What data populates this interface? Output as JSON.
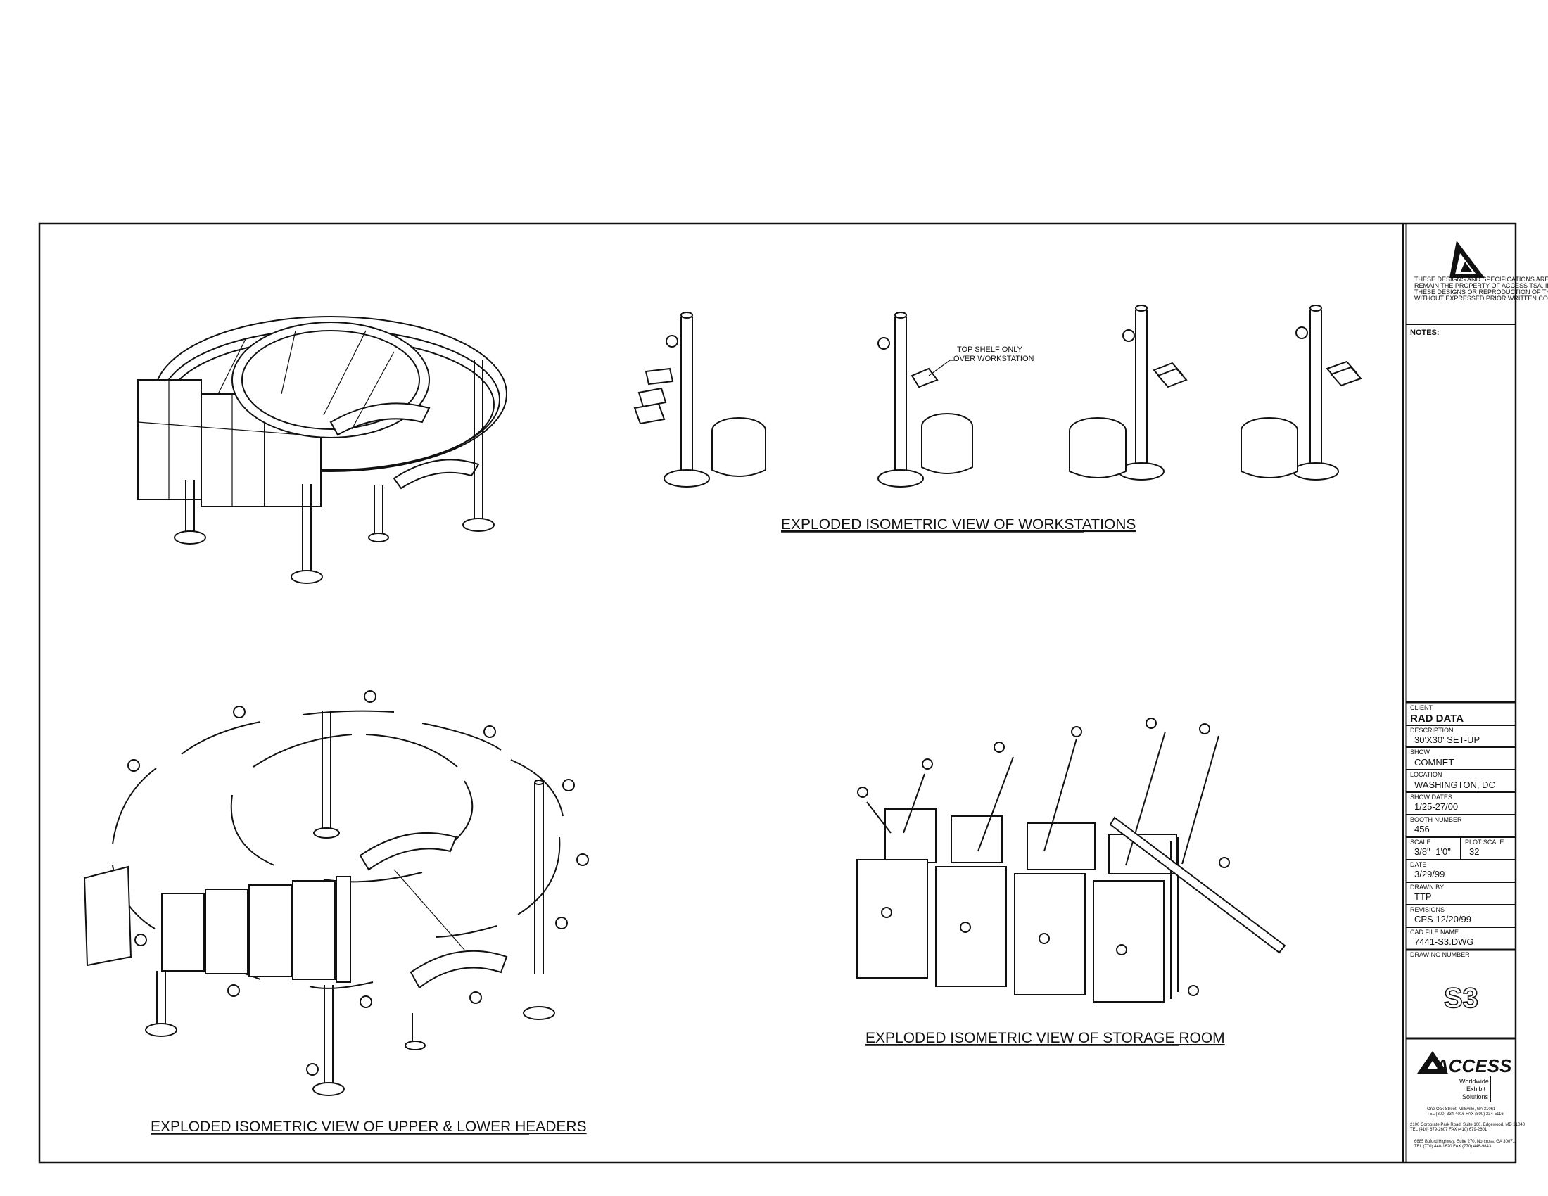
{
  "drawings": {
    "workstations_title": "EXPLODED ISOMETRIC VIEW OF WORKSTATIONS",
    "headers_title": "EXPLODED ISOMETRIC  VIEW OF UPPER & LOWER HEADERS",
    "storage_title": "EXPLODED ISOMETRIC  VIEW OF STORAGE ROOM",
    "shelf_note_line1": "TOP SHELF ONLY",
    "shelf_note_line2": "OVER WORKSTATION"
  },
  "title_block": {
    "disclaimer": [
      "THESE DESIGNS AND SPECIFICATIONS ARE AND ARE TO",
      "REMAIN THE PROPERTY OF ACCESS TSA, INC. USE OF",
      "THESE DESIGNS OR REPRODUCTION OF THESE DESIGNS",
      "WITHOUT EXPRESSED PRIOR WRITTEN CONSENT OF A.T.S.A."
    ],
    "notes_label": "NOTES:",
    "client_label": "CLIENT",
    "client": "RAD DATA",
    "description_label": "DESCRIPTION",
    "description": "30'X30' SET-UP",
    "show_label": "SHOW",
    "show": "COMNET",
    "location_label": "LOCATION",
    "location": "WASHINGTON, DC",
    "show_dates_label": "SHOW DATES",
    "show_dates": "1/25-27/00",
    "booth_number_label": "BOOTH NUMBER",
    "booth_number": "456",
    "scale_label": "SCALE",
    "scale": "3/8\"=1'0\"",
    "plot_scale_label": "PLOT SCALE",
    "plot_scale": "32",
    "date_label": "DATE",
    "date": "3/29/99",
    "drawn_by_label": "DRAWN BY",
    "drawn_by": "TTP",
    "revisions_label": "REVISIONS",
    "revisions": "CPS 12/20/99",
    "cad_file_label": "CAD FILE NAME",
    "cad_file": "7441-S3.DWG",
    "drawing_number_label": "DRAWING NUMBER",
    "drawing_number": "S3",
    "brand": "ACCESS",
    "brand_tagline": [
      "Worldwide",
      "Exhibit",
      "Solutions"
    ],
    "addresses": [
      "One Oak Street, Millsville, GA 31061",
      "TEL (800) 334-4016 FAX (800) 334-5116",
      "2100 Corporate Park Road, Suite 100, Edgewood, MD 21040",
      "TEL (410) 679-2607          FAX (410) 679-2601",
      "6685 Buford Highway, Suite 270, Norcross, GA 30071",
      "TEL (770) 448-1620          FAX (770) 448-9843"
    ]
  },
  "colors": {
    "line": "#111111",
    "paper": "#ffffff"
  }
}
